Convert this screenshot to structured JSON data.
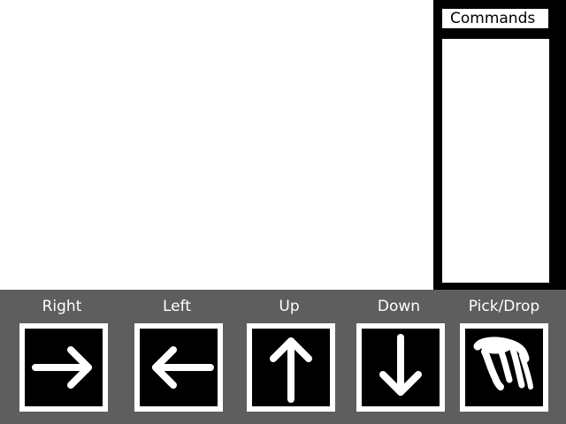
{
  "commands_panel": {
    "title": "Commands",
    "items": []
  },
  "toolbar": {
    "buttons": [
      {
        "label": "Right",
        "icon": "arrow-right-icon"
      },
      {
        "label": "Left",
        "icon": "arrow-left-icon"
      },
      {
        "label": "Up",
        "icon": "arrow-up-icon"
      },
      {
        "label": "Down",
        "icon": "arrow-down-icon"
      },
      {
        "label": "Pick/Drop",
        "icon": "hand-icon"
      }
    ]
  },
  "colors": {
    "toolbar_bg": "#5e5e5e",
    "panel_border": "#000000",
    "button_bg": "#000000",
    "button_frame": "#ffffff",
    "icon": "#ffffff"
  }
}
